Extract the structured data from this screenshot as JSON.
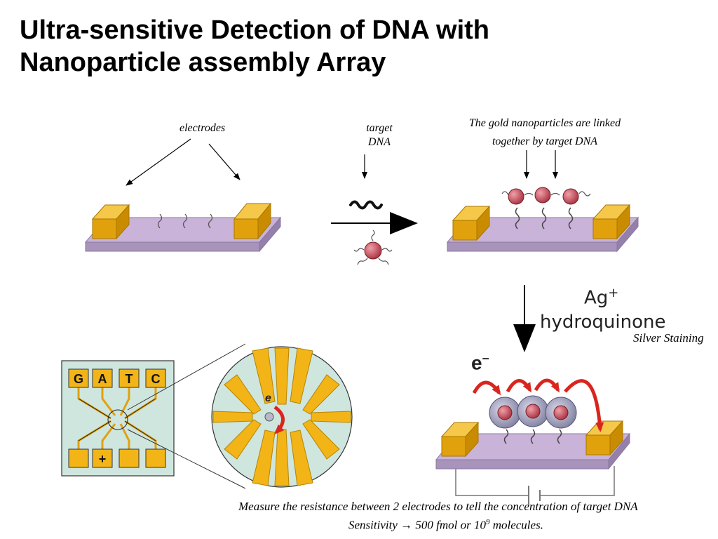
{
  "slide": {
    "title_line1": "Ultra-sensitive Detection of DNA with",
    "title_line2": "Nanoparticle assembly Array"
  },
  "labels": {
    "electrodes": "electrodes",
    "target_line1": "target",
    "target_line2": "DNA",
    "gold_line1": "The gold nanoparticles are linked",
    "gold_line2": "together by target DNA",
    "ag": "Ag",
    "ag_sup": "+",
    "hydroquinone": "hydroquinone",
    "silver_staining": "Silver Staining",
    "electron": "e",
    "electron_sup": "–",
    "measure": "Measure the resistance between 2 electrodes to tell the concentration of  target DNA",
    "sensitivity_prefix": "Sensitivity ",
    "sensitivity_arrow": "→",
    "sensitivity_mid": " 500 fmol or 10",
    "sensitivity_exp": "9",
    "sensitivity_suffix": " molecules."
  },
  "chip": {
    "pads_top": [
      "G",
      "A",
      "T",
      "C"
    ],
    "pad_bottom_plus": "+"
  },
  "colors": {
    "electrode": "#f2b417",
    "substrate": "#c9b3d9",
    "nanoparticle": "#c8505a",
    "chip_bg": "#cfe6df",
    "arrow_red": "#d8261f"
  }
}
